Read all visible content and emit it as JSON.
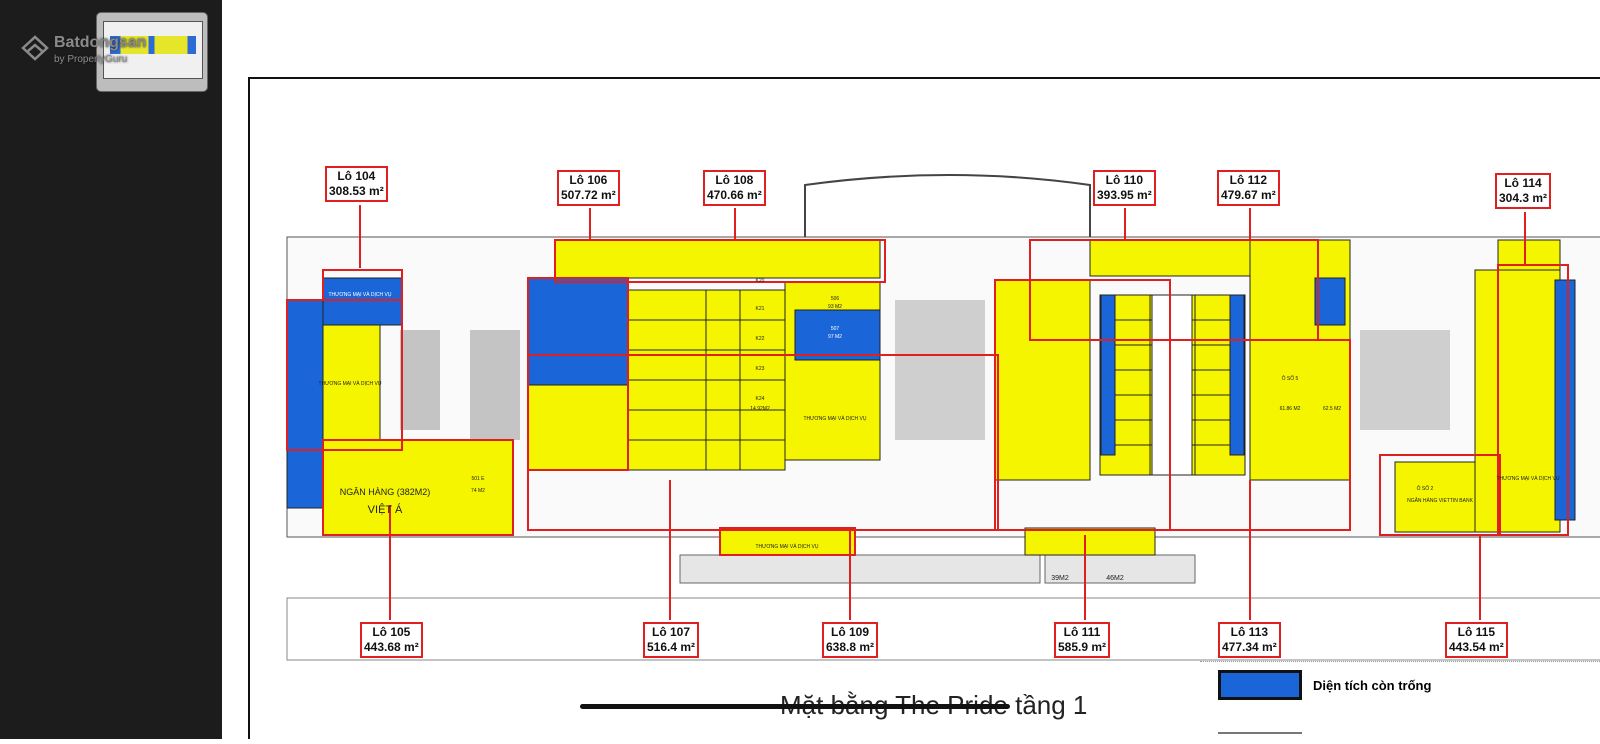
{
  "watermark": {
    "brand": "Batdongsan",
    "sub": "by PropertyGuru"
  },
  "title": "Mặt bằng The Pride tầng 1",
  "legend": [
    {
      "label": "Diện tích còn trống",
      "color": "#1a66d9"
    }
  ],
  "colors": {
    "leased": "#f5f500",
    "vacant": "#1a66d9",
    "outline": "#e02020"
  },
  "lots_top": [
    {
      "name": "Lô 104",
      "area": "308.53 m²"
    },
    {
      "name": "Lô 106",
      "area": "507.72 m²"
    },
    {
      "name": "Lô 108",
      "area": "470.66 m²"
    },
    {
      "name": "Lô 110",
      "area": "393.95 m²"
    },
    {
      "name": "Lô 112",
      "area": "479.67 m²"
    },
    {
      "name": "Lô 114",
      "area": "304.3 m²"
    }
  ],
  "lots_bottom": [
    {
      "name": "Lô 105",
      "area": "443.68 m²"
    },
    {
      "name": "Lô 107",
      "area": "516.4 m²"
    },
    {
      "name": "Lô 109",
      "area": "638.8 m²"
    },
    {
      "name": "Lô 111",
      "area": "585.9 m²"
    },
    {
      "name": "Lô 113",
      "area": "477.34 m²"
    },
    {
      "name": "Lô 115",
      "area": "443.54 m²"
    }
  ],
  "plan_text": {
    "bank_viet_a": "NGÂN HÀNG (382M2)",
    "viet_a": "VIỆT Á",
    "unit_501e": "501 E",
    "unit_501e_area": "74 M2",
    "trade": "THƯƠNG MẠI VÀ DỊCH VỤ",
    "bank_viettin": "NGÂN HÀNG VIETTIN BANK",
    "o_so_2": "Ô SỐ 2",
    "area_39": "39M2",
    "area_46": "46M2",
    "o_so_5": "Ô SỐ 5",
    "o_so_5_area": "61.86 M2",
    "o_so_6_area": "62.5 M2",
    "k20": "K20",
    "k21": "K21",
    "k22": "K22",
    "k23": "K23",
    "k24": "K24",
    "k_area": "14.92M2",
    "u506": "506",
    "u506_area": "93 M2",
    "u507": "507",
    "u507_area": "97 M2"
  }
}
